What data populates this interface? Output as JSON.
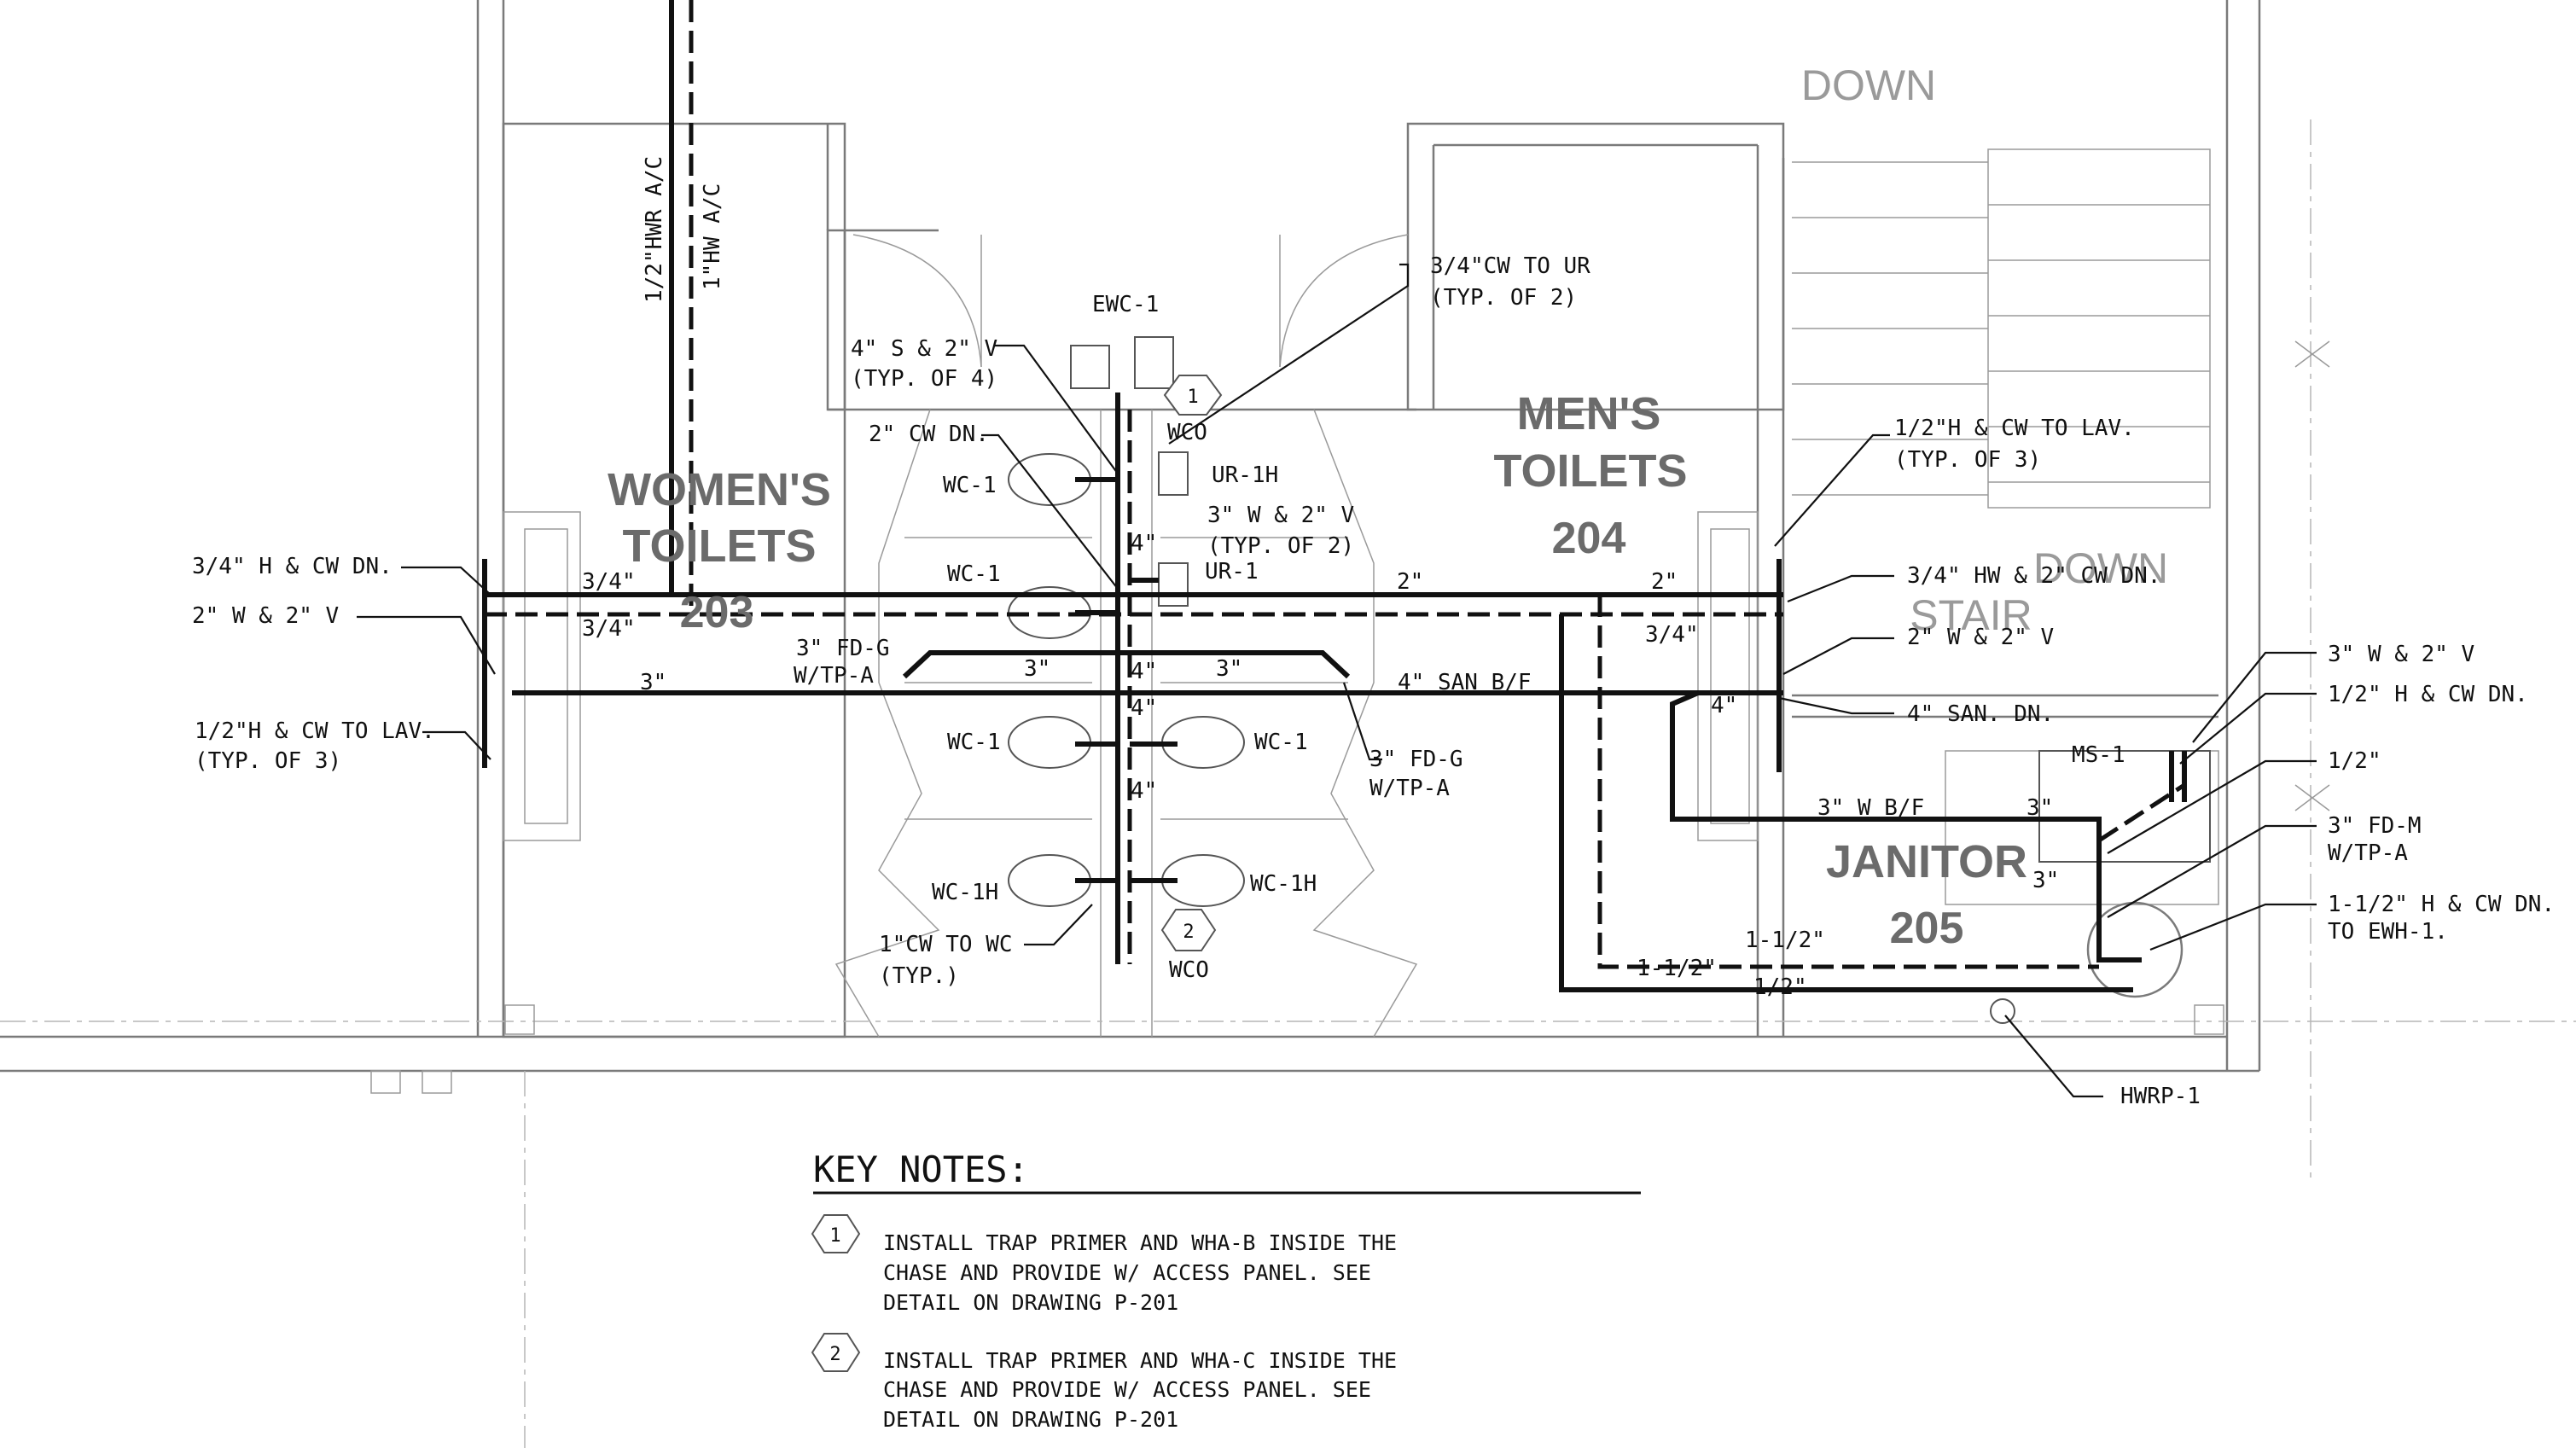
{
  "rooms": {
    "women": {
      "name_line1": "WOMEN'S",
      "name_line2": "TOILETS",
      "number": "203"
    },
    "men": {
      "name_line1": "MEN'S",
      "name_line2": "TOILETS",
      "number": "204"
    },
    "janitor": {
      "name": "JANITOR",
      "number": "205"
    },
    "stair": {
      "down_top": "DOWN",
      "down_mid": "DOWN",
      "stair_label": "STAIR"
    }
  },
  "labels": {
    "hwr_ac": "1/2\"HWR A/C",
    "hw_ac": "1\"HW A/C",
    "ewc": "EWC-1",
    "s_v_typ": "4\" S & 2\" V",
    "typ_of_4": "(TYP. OF 4)",
    "cw_dn_2": "2\" CW DN.",
    "wco_top": "WCO",
    "wco_bottom": "WCO",
    "ur_1h": "UR-1H",
    "ur_1": "UR-1",
    "w_v_typ": "3\" W & 2\" V",
    "typ_of_2": "(TYP. OF 2)",
    "cw_to_ur": "3/4\"CW TO UR",
    "typ_of_2b": "(TYP. OF 2)",
    "wc1_a": "WC-1",
    "wc1_b": "WC-1",
    "wc1_c": "WC-1",
    "wc1_d": "WC-1",
    "wc1h_a": "WC-1H",
    "wc1h_b": "WC-1H",
    "h_cw_dn_34": "3/4\" H & CW DN.",
    "w_v_2": "2\" W & 2\" V",
    "h_cw_lav": "1/2\"H & CW TO LAV.",
    "typ_of_3": "(TYP. OF 3)",
    "h_cw_lav_r": "1/2\"H & CW TO LAV.",
    "typ_of_3_r": "(TYP. OF 3)",
    "hw_cw_dn_r": "3/4\" HW & 2\" CW DN.",
    "w_v_2_r": "2\" W & 2\" V",
    "san_dn_r": "4\" SAN. DN.",
    "fd_g_left": "3\" FD-G",
    "w_tp_a_left": "W/TP-A",
    "fd_g_right": "3\" FD-G",
    "w_tp_a_right": "W/TP-A",
    "san_bf": "4\" SAN B/F",
    "cw_to_wc": "1\"CW TO WC",
    "typ": "(TYP.)",
    "w_bf": "3\" W B/F",
    "ms_1": "MS-1",
    "w_v_3_r": "3\" W & 2\" V",
    "h_cw_dn_12": "1/2\" H & CW DN.",
    "half": "1/2\"",
    "fd_m": "3\" FD-M",
    "w_tp_a_m": "W/TP-A",
    "h_cw_dn_112": "1-1/2\" H & CW DN.",
    "to_ewh": "TO EWH-1.",
    "hwrp": "HWRP-1",
    "size_34_a": "3/4\"",
    "size_34_b": "3/4\"",
    "size_3_a": "3\"",
    "size_3_b": "3\"",
    "size_3_c": "3\"",
    "size_2_a": "2\"",
    "size_2_b": "2\"",
    "size_34_c": "3/4\"",
    "size_4_a": "4\"",
    "size_4_b": "4\"",
    "size_4_c": "4\"",
    "size_4_d": "4\"",
    "size_4_e": "4\"",
    "size_3_d": "3\"",
    "size_3_e": "3\"",
    "size_112_a": "1-1/2\"",
    "size_112_b": "1-1/2\"",
    "size_12_a": "1/2\""
  },
  "key_notes": {
    "title": "KEY NOTES:",
    "notes": [
      {
        "tag": "1",
        "line1": "INSTALL TRAP PRIMER AND WHA-B INSIDE THE",
        "line2": "CHASE AND PROVIDE W/ ACCESS PANEL. SEE",
        "line3": "DETAIL ON DRAWING P-201"
      },
      {
        "tag": "2",
        "line1": "INSTALL TRAP PRIMER AND WHA-C INSIDE THE",
        "line2": "CHASE AND PROVIDE W/ ACCESS PANEL. SEE",
        "line3": "DETAIL ON DRAWING P-201"
      }
    ]
  },
  "tags": {
    "tag1": "1",
    "tag2": "2"
  }
}
